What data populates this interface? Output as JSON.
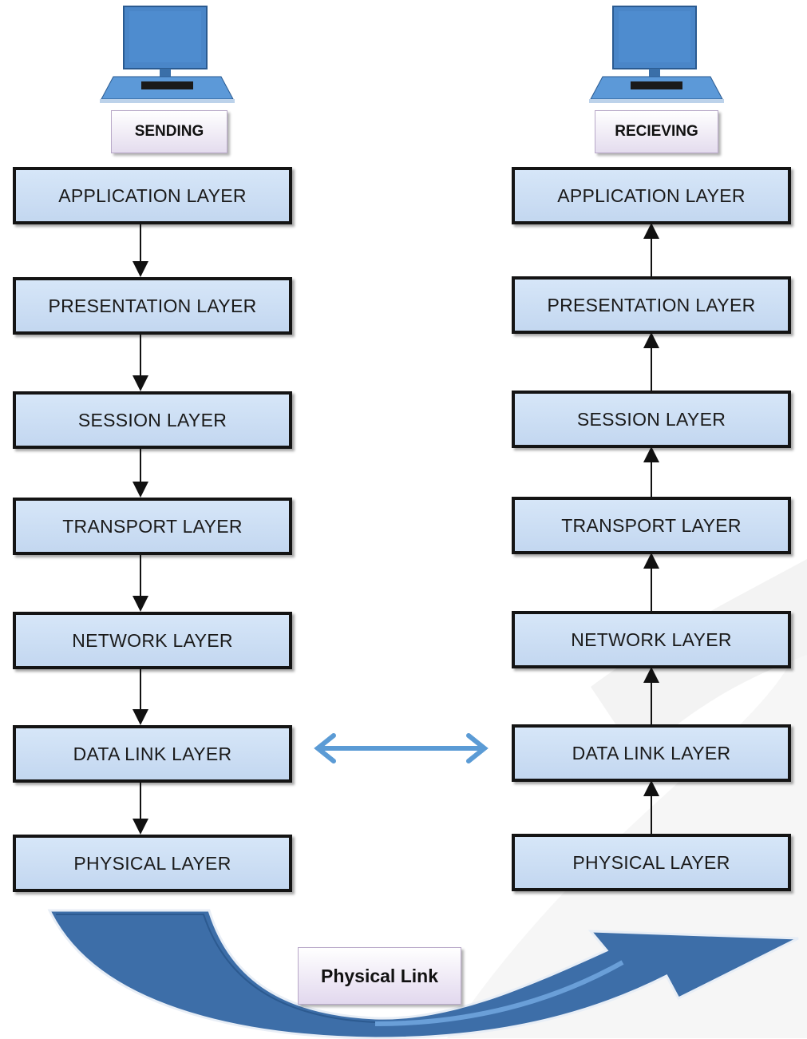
{
  "sending": {
    "label": "SENDING",
    "layers": [
      "APPLICATION LAYER",
      "PRESENTATION LAYER",
      "SESSION LAYER",
      "TRANSPORT LAYER",
      "NETWORK LAYER",
      "DATA LINK LAYER",
      "PHYSICAL LAYER"
    ]
  },
  "receiving": {
    "label": "RECIEVING",
    "layers": [
      "APPLICATION LAYER",
      "PRESENTATION LAYER",
      "SESSION LAYER",
      "TRANSPORT LAYER",
      "NETWORK LAYER",
      "DATA LINK LAYER",
      "PHYSICAL LAYER"
    ]
  },
  "physical_link": {
    "label": "Physical Link"
  },
  "colors": {
    "layer_fill": "#c8dbf2",
    "layer_border": "#141414",
    "computer_blue": "#4a86c8",
    "link_arrow": "#3a6fa8",
    "peer_arrow": "#5b9bd5"
  },
  "icons": [
    "computer-icon",
    "computer-icon"
  ]
}
